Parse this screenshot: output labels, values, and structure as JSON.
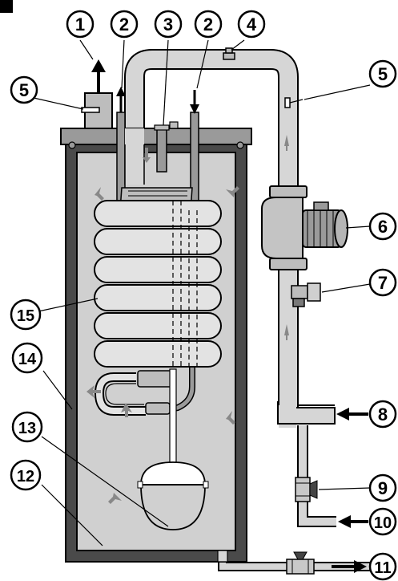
{
  "diagram": {
    "callouts": {
      "c1": "1",
      "c2a": "2",
      "c3": "3",
      "c2b": "2",
      "c4": "4",
      "c5a": "5",
      "c5b": "5",
      "c6": "6",
      "c7": "7",
      "c8": "8",
      "c9": "9",
      "c10": "10",
      "c11": "11",
      "c12": "12",
      "c13": "13",
      "c14": "14",
      "c15": "15"
    },
    "colors": {
      "outline": "#000000",
      "tank_wall": "#4a4a4a",
      "tank_inner": "#d0d0d0",
      "coil": "#e3e3e3",
      "pipe": "#d6d6d6",
      "flow_arrow": "#888888"
    }
  }
}
